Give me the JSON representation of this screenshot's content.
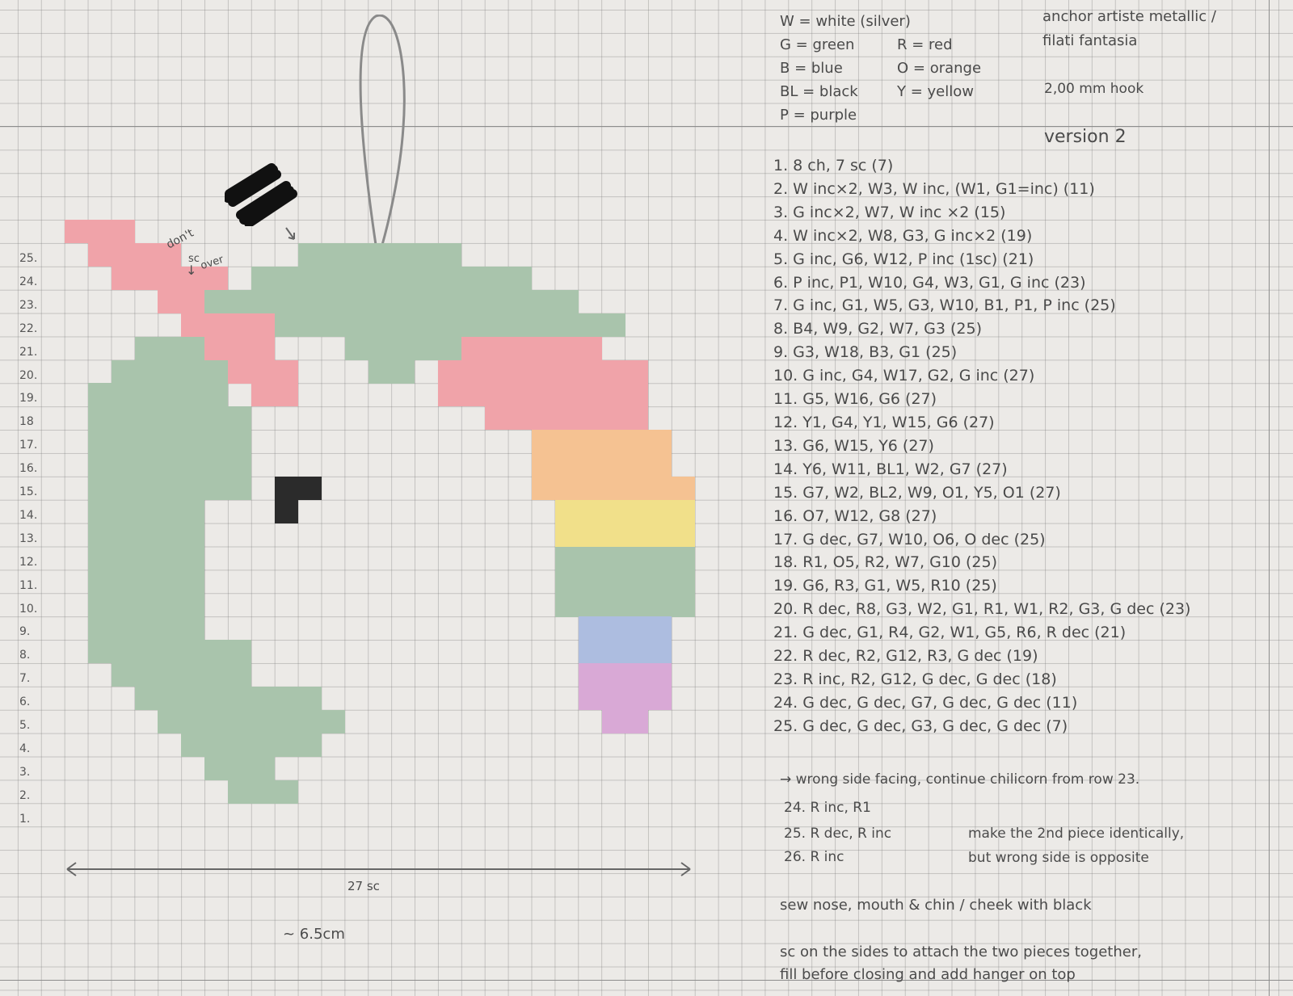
{
  "legend": {
    "white": "W = white (silver)",
    "green": "G = green",
    "blue": "B = blue",
    "black": "BL = black",
    "purple": "P = purple",
    "red": "R = red",
    "orange": "O = orange",
    "yellow": "Y = yellow"
  },
  "materials": {
    "yarn": "anchor artiste metallic /",
    "yarn2": "filati fantasia",
    "hook": "2,00 mm hook",
    "version": "version 2"
  },
  "chart_labels": {
    "dont_sc_over_1": "don't",
    "dont_sc_over_2": "sc",
    "dont_sc_over_3": "over",
    "width_sc": "27 sc",
    "width_cm": "~ 6.5cm"
  },
  "row_numbers": [
    "25.",
    "24.",
    "23.",
    "22.",
    "21.",
    "20.",
    "19.",
    "18",
    "17.",
    "16.",
    "15.",
    "14.",
    "13.",
    "12.",
    "11.",
    "10.",
    "9.",
    "8.",
    "7.",
    "6.",
    "5.",
    "4.",
    "3.",
    "2.",
    "1."
  ],
  "instructions": [
    "1. 8 ch, 7 sc (7)",
    "2. W inc×2, W3, W inc, (W1, G1=inc) (11)",
    "3. G inc×2, W7, W inc ×2 (15)",
    "4. W inc×2, W8, G3, G inc×2 (19)",
    "5. G inc, G6, W12, P inc (1sc) (21)",
    "6. P inc, P1, W10, G4, W3, G1, G inc (23)",
    "7. G inc, G1, W5, G3, W10, B1, P1, P inc (25)",
    "8. B4, W9, G2, W7, G3 (25)",
    "9. G3, W18, B3, G1 (25)",
    "10. G inc, G4, W17, G2, G inc (27)",
    "11. G5, W16, G6 (27)",
    "12. Y1, G4, Y1, W15, G6 (27)",
    "13. G6, W15, Y6 (27)",
    "14. Y6, W11, BL1, W2, G7 (27)",
    "15. G7, W2, BL2, W9, O1, Y5, O1 (27)",
    "16. O7, W12, G8 (27)",
    "17. G dec, G7, W10, O6, O dec (25)",
    "18. R1, O5, R2, W7, G10 (25)",
    "19. G6, R3, G1, W5, R10 (25)",
    "20. R dec, R8, G3, W2, G1, R1, W1, R2, G3, G dec (23)",
    "21. G dec, G1, R4, G2, W1, G5, R6, R dec (21)",
    "22. R dec, R2, G12, R3, G dec (19)",
    "23. R inc, R2, G12, G dec, G dec (18)",
    "24. G dec, G dec, G7, G dec, G dec (11)",
    "25. G dec, G dec, G3, G dec, G dec (7)"
  ],
  "continuation": {
    "heading": "→ wrong side facing, continue chilicorn from row 23.",
    "r24": "24. R inc, R1",
    "r25": "25. R dec, R inc",
    "r26": "26. R inc",
    "side_note_1": "make the 2nd piece identically,",
    "side_note_2": "but wrong side is opposite"
  },
  "notes": {
    "sew": "sew nose, mouth & chin / cheek with black",
    "attach_1": "sc on the sides to attach the two pieces together,",
    "attach_2": "fill before closing and add hanger on top"
  },
  "colors": {
    "green": "#a9c4ac",
    "pink": "#f0a3a9",
    "orange": "#f5c292",
    "yellow": "#f1e08a",
    "blue": "#adbde0",
    "lilac": "#d9a9d6",
    "white": "#f2f0ed",
    "black": "#2b2b2b"
  }
}
